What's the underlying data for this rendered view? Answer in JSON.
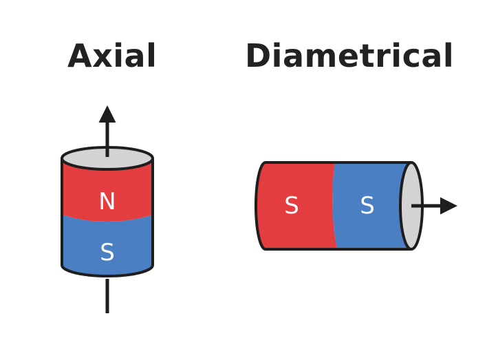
{
  "axial": {
    "title": "Axial",
    "top_pole": "N",
    "bottom_pole": "S"
  },
  "diametrical": {
    "title": "Diametrical",
    "left_pole": "S",
    "right_pole": "S"
  },
  "colors": {
    "north_red": "#e43d40",
    "south_blue": "#4b7fc4",
    "end_cap_gray": "#d4d4d4",
    "outline": "#1e1e1e",
    "label_text": "#ffffff",
    "title_text": "#222222"
  },
  "icons": [
    "arrow-up-icon",
    "arrow-right-icon"
  ]
}
